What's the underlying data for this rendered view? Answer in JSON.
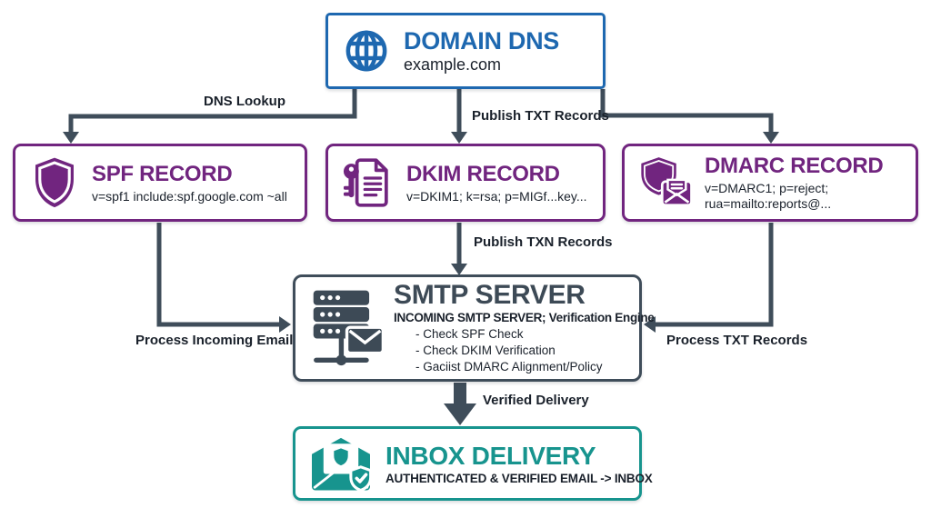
{
  "colors": {
    "blue": "#1e68b0",
    "purple": "#71257f",
    "slate": "#3f4d5a",
    "teal": "#17948e",
    "text": "#1a212b"
  },
  "nodes": {
    "dns": {
      "title": "DOMAIN DNS",
      "subtitle": "example.com",
      "icon": "globe-icon"
    },
    "spf": {
      "title": "SPF RECORD",
      "line1": "v=spf1 include:spf.google.com ~all",
      "icon": "shield-icon"
    },
    "dkim": {
      "title": "DKIM RECORD",
      "line1": "v=DKIM1; k=rsa; p=MIGf...key...",
      "icon": "key-document-icon"
    },
    "dmarc": {
      "title": "DMARC RECORD",
      "line1": "v=DMARC1; p=reject;",
      "line2": "rua=mailto:reports@...",
      "icon": "shield-envelope-icon"
    },
    "smtp": {
      "title": "SMTP SERVER",
      "subtitle": "INCOMING SMTP SERVER; Verification Engine",
      "bullets": [
        "- Check SPF Check",
        "- Check DKIM Verification",
        "- Gaciist DMARC Alignment/Policy"
      ],
      "icon": "server-network-icon"
    },
    "inbox": {
      "title": "INBOX DELIVERY",
      "subtitle": "AUTHENTICATED & VERIFIED EMAIL -> INBOX",
      "icon": "envelope-shield-check-icon"
    }
  },
  "edges": {
    "dns_spf": "DNS Lookup",
    "dns_dkim": "Publish TXT Records",
    "dkim_smtp": "Publish TXN Records",
    "spf_smtp": "Process Incoming Email",
    "dmarc_smtp": "Process TXT Records",
    "smtp_inbox": "Verified Delivery"
  }
}
